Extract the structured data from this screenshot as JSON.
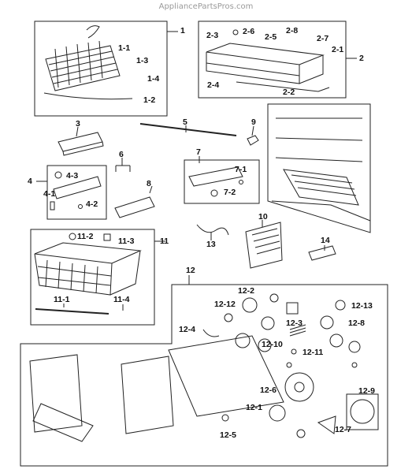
{
  "watermark": "AppliancePartsPros.com",
  "labels": {
    "l1": "1",
    "l1_1": "1-1",
    "l1_2": "1-2",
    "l1_3": "1-3",
    "l1_4": "1-4",
    "l2": "2",
    "l2_1": "2-1",
    "l2_2": "2-2",
    "l2_3": "2-3",
    "l2_4": "2-4",
    "l2_5": "2-5",
    "l2_6": "2-6",
    "l2_7": "2-7",
    "l2_8": "2-8",
    "l3": "3",
    "l4": "4",
    "l4_1": "4-1",
    "l4_2": "4-2",
    "l4_3": "4-3",
    "l5": "5",
    "l6": "6",
    "l7": "7",
    "l7_1": "7-1",
    "l7_2": "7-2",
    "l8": "8",
    "l9": "9",
    "l10": "10",
    "l11": "11",
    "l11_1": "11-1",
    "l11_2": "11-2",
    "l11_3": "11-3",
    "l11_4": "11-4",
    "l12": "12",
    "l12_1": "12-1",
    "l12_2": "12-2",
    "l12_3": "12-3",
    "l12_4": "12-4",
    "l12_5": "12-5",
    "l12_6": "12-6",
    "l12_7": "12-7",
    "l12_8": "12-8",
    "l12_9": "12-9",
    "l12_10": "12-10",
    "l12_11": "12-11",
    "l12_12": "12-12",
    "l12_13": "12-13",
    "l13": "13",
    "l14": "14"
  }
}
